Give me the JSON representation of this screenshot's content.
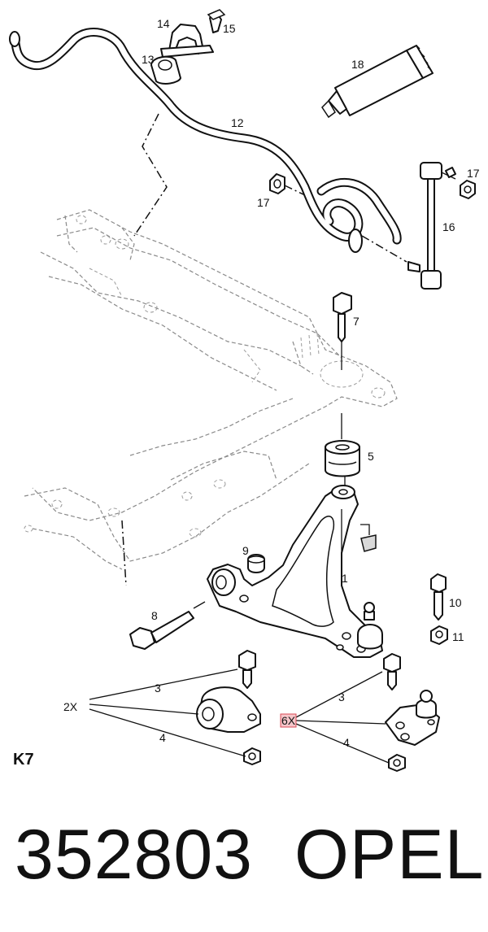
{
  "diagram": {
    "callouts": [
      {
        "id": "c14",
        "text": "14"
      },
      {
        "id": "c15",
        "text": "15"
      },
      {
        "id": "c13",
        "text": "13"
      },
      {
        "id": "c18",
        "text": "18"
      },
      {
        "id": "c12",
        "text": "12"
      },
      {
        "id": "c17a",
        "text": "17"
      },
      {
        "id": "c17b",
        "text": "17"
      },
      {
        "id": "c16",
        "text": "16"
      },
      {
        "id": "c7",
        "text": "7"
      },
      {
        "id": "c5",
        "text": "5"
      },
      {
        "id": "c9",
        "text": "9"
      },
      {
        "id": "c1",
        "text": "1"
      },
      {
        "id": "c8",
        "text": "8"
      },
      {
        "id": "c10",
        "text": "10"
      },
      {
        "id": "c11",
        "text": "11"
      },
      {
        "id": "c3a",
        "text": "3"
      },
      {
        "id": "c3b",
        "text": "3"
      },
      {
        "id": "c4a",
        "text": "4"
      },
      {
        "id": "c4b",
        "text": "4"
      }
    ],
    "quantities": {
      "left": "2X",
      "right": "6X"
    },
    "section_tag": "K7"
  },
  "footer": {
    "part_number": "352803",
    "brand": "OPEL"
  },
  "colors": {
    "ink": "#111111",
    "frame_dashed": "#8a8a8a",
    "highlight_fill": "#f6c6ca",
    "highlight_stroke": "#d94a55"
  }
}
